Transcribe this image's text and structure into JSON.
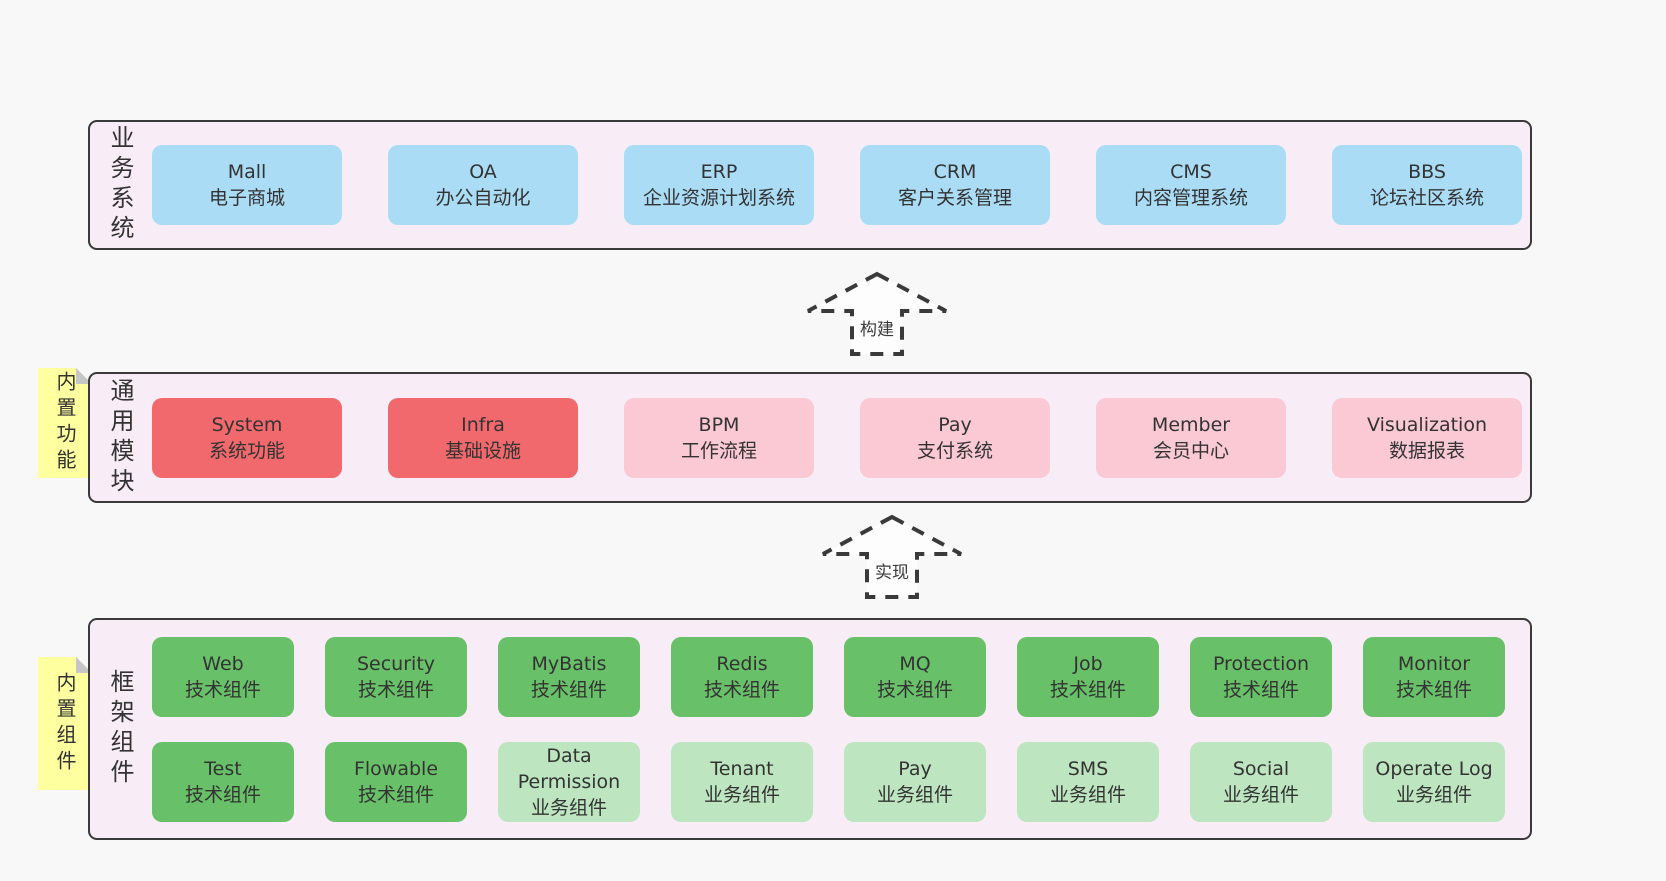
{
  "colors": {
    "page-bg": "#f8f8f8",
    "band-bg": "#f8edf7",
    "line": "#3a3a3a",
    "text": "#333333",
    "blue": "#aadcf5",
    "red": "#f1696d",
    "pink": "#fac9d4",
    "green": "#68c168",
    "green-light": "#bde5c0",
    "yellow": "#feff9e",
    "fold": "#c6c6c6",
    "arrow-fill": "#fdfdfd"
  },
  "arrows": [
    {
      "label": "构建"
    },
    {
      "label": "实现"
    }
  ],
  "bands": [
    {
      "label": "业务系统",
      "boxes": [
        {
          "title": "Mall",
          "subtitle": "电子商城"
        },
        {
          "title": "OA",
          "subtitle": "办公自动化"
        },
        {
          "title": "ERP",
          "subtitle": "企业资源计划系统"
        },
        {
          "title": "CRM",
          "subtitle": "客户关系管理"
        },
        {
          "title": "CMS",
          "subtitle": "内容管理系统"
        },
        {
          "title": "BBS",
          "subtitle": "论坛社区系统"
        }
      ]
    },
    {
      "label": "通用模块",
      "sticky": "内置功能",
      "boxes": [
        {
          "title": "System",
          "subtitle": "系统功能"
        },
        {
          "title": "Infra",
          "subtitle": "基础设施"
        },
        {
          "title": "BPM",
          "subtitle": "工作流程"
        },
        {
          "title": "Pay",
          "subtitle": "支付系统"
        },
        {
          "title": "Member",
          "subtitle": "会员中心"
        },
        {
          "title": "Visualization",
          "subtitle": "数据报表"
        }
      ]
    },
    {
      "label": "框架组件",
      "sticky": "内置组件",
      "rows": [
        [
          {
            "title": "Web",
            "subtitle": "技术组件"
          },
          {
            "title": "Security",
            "subtitle": "技术组件"
          },
          {
            "title": "MyBatis",
            "subtitle": "技术组件"
          },
          {
            "title": "Redis",
            "subtitle": "技术组件"
          },
          {
            "title": "MQ",
            "subtitle": "技术组件"
          },
          {
            "title": "Job",
            "subtitle": "技术组件"
          },
          {
            "title": "Protection",
            "subtitle": "技术组件"
          },
          {
            "title": "Monitor",
            "subtitle": "技术组件"
          }
        ],
        [
          {
            "title": "Test",
            "subtitle": "技术组件"
          },
          {
            "title": "Flowable",
            "subtitle": "技术组件"
          },
          {
            "title": "Data Permission",
            "subtitle": "业务组件"
          },
          {
            "title": "Tenant",
            "subtitle": "业务组件"
          },
          {
            "title": "Pay",
            "subtitle": "业务组件"
          },
          {
            "title": "SMS",
            "subtitle": "业务组件"
          },
          {
            "title": "Social",
            "subtitle": "业务组件"
          },
          {
            "title": "Operate Log",
            "subtitle": "业务组件"
          }
        ]
      ]
    }
  ]
}
